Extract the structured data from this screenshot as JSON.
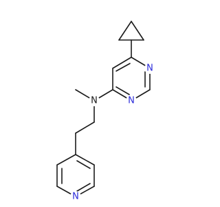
{
  "molecule": {
    "colors": {
      "bond": "#1a1a1a",
      "nitrogen": "#2b2bd9",
      "background": "#ffffff"
    },
    "atoms": [
      {
        "id": "n_pyrimidine_1",
        "label": "N",
        "element": "N"
      },
      {
        "id": "n_pyrimidine_3",
        "label": "N",
        "element": "N"
      },
      {
        "id": "n_amine",
        "label": "N",
        "element": "N"
      },
      {
        "id": "n_pyridine",
        "label": "N",
        "element": "N"
      }
    ]
  }
}
